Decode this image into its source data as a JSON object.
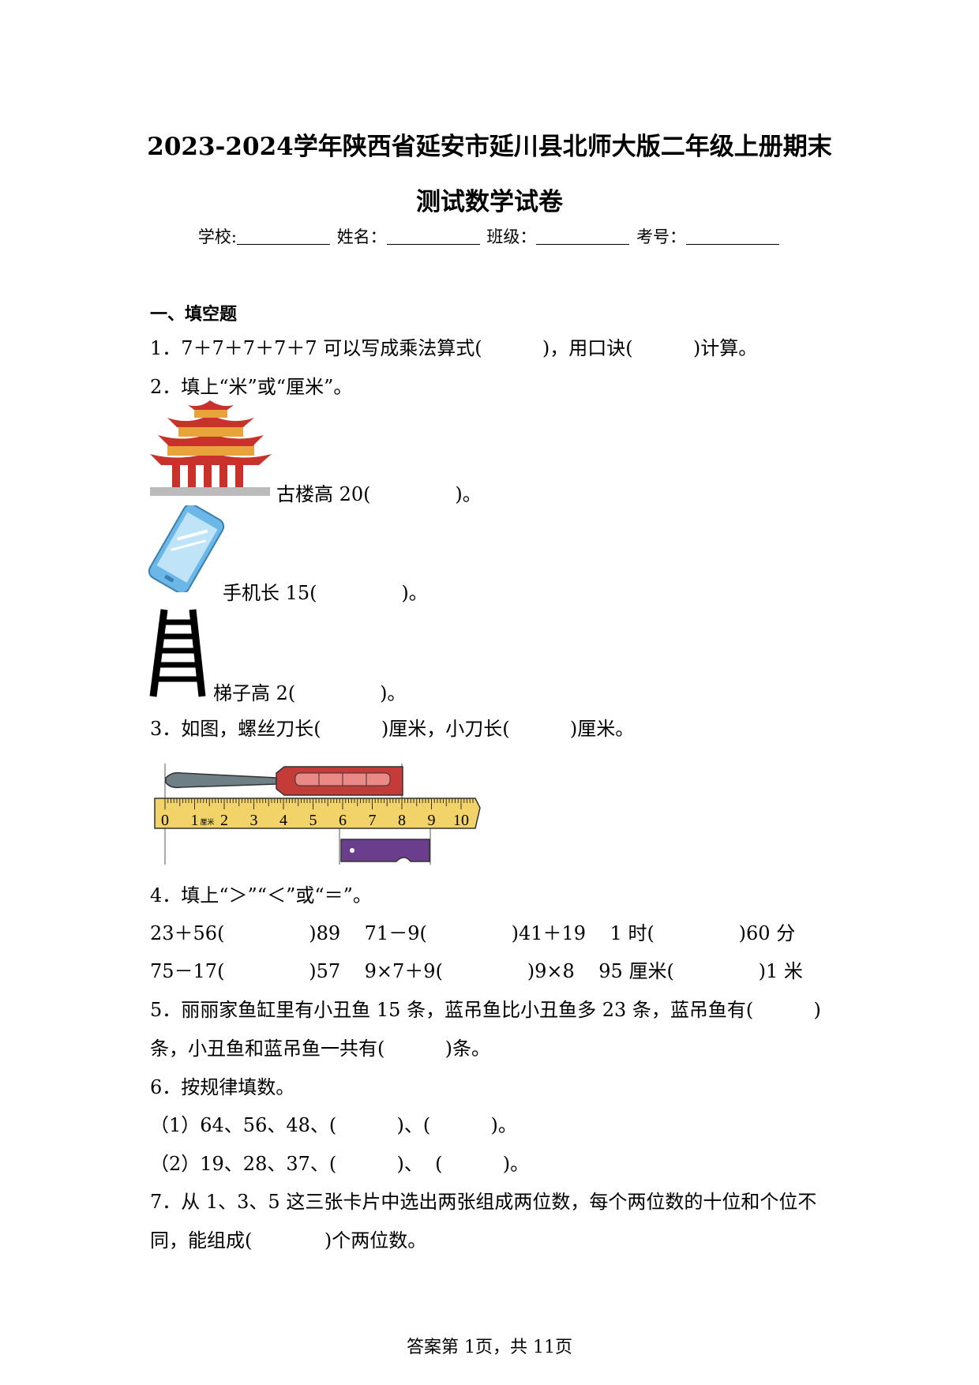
{
  "title": {
    "line1": "2023-2024学年陕西省延安市延川县北师大版二年级上册期末",
    "line2": "测试数学试卷"
  },
  "info": {
    "school": "学校:",
    "name": "姓名：",
    "class": "班级：",
    "exam_no": "考号："
  },
  "section1": "一、填空题",
  "questions": {
    "q1": "1．7＋7＋7＋7＋7 可以写成乘法算式(          )，用口诀(          )计算。",
    "q2": "2．填上“米”或“厘米”。",
    "q2a": "古楼高 20(              )。",
    "q2b": "手机长 15(              )。",
    "q2c": "梯子高 2(              )。",
    "q3": "3．如图，螺丝刀长(          )厘米，小刀长(          )厘米。",
    "q4": "4．填上“＞”“＜”或“＝”。",
    "q4r1": "23＋56(              )89    71－9(              )41＋19    1 时(              )60 分",
    "q4r2": "75－17(              )57    9×7＋9(              )9×8    95 厘米(              )1 米",
    "q5a": "5．丽丽家鱼缸里有小丑鱼 15 条，蓝吊鱼比小丑鱼多 23 条，蓝吊鱼有(          )",
    "q5b": "条，小丑鱼和蓝吊鱼一共有(          )条。",
    "q6": "6．按规律填数。",
    "q6a": "（1）64、56、48、(          )、(          )。",
    "q6b": "（2）19、28、37、(          )、  (          )。",
    "q7a": "7．从 1、3、5 这三张卡片中选出两张组成两位数，每个两位数的十位和个位不",
    "q7b": "同，能组成(            )个两位数。"
  },
  "ruler": {
    "numbers": [
      "0",
      "1",
      "2",
      "3",
      "4",
      "5",
      "6",
      "7",
      "8",
      "9",
      "10"
    ],
    "unit": "厘米"
  },
  "footer": "答案第 1页，共 11页"
}
